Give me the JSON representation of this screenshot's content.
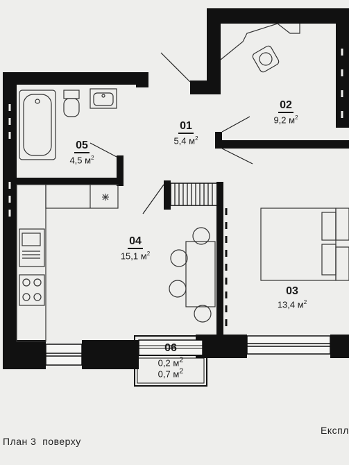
{
  "rooms": [
    {
      "id": "01",
      "area": "5,4"
    },
    {
      "id": "02",
      "area": "9,2"
    },
    {
      "id": "03",
      "area": "13,4"
    },
    {
      "id": "04",
      "area": "15,1"
    },
    {
      "id": "05",
      "area": "4,5"
    }
  ],
  "balcony": {
    "id": "06",
    "area_1": "0,2",
    "area_2": "0,7"
  },
  "area_unit": "м",
  "area_unit_power": "2",
  "caption": {
    "floor_plan": "План 3  поверху",
    "explication": "Експл"
  }
}
